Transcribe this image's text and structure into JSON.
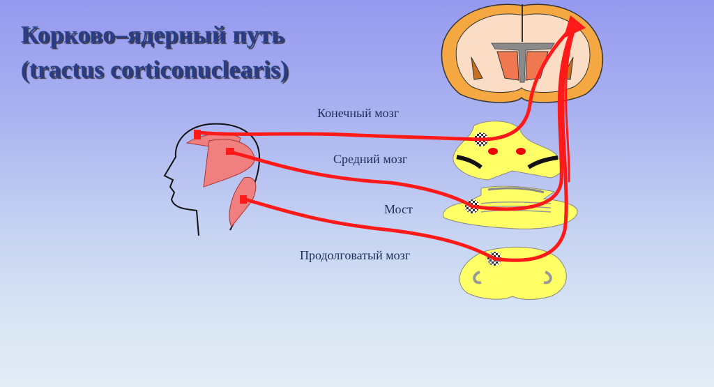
{
  "title": {
    "line1": "Корково–ядерный путь",
    "line2": "(tractus corticonuclearis)"
  },
  "labels": {
    "telencephalon": "Конечный мозг",
    "midbrain": "Средний мозг",
    "pons": "Мост",
    "medulla": "Продолговатый мозг"
  },
  "colors": {
    "tract": "#ff1a1a",
    "section": "#ffff66",
    "cortex": "#f5a742",
    "face_area": "#f08080"
  }
}
